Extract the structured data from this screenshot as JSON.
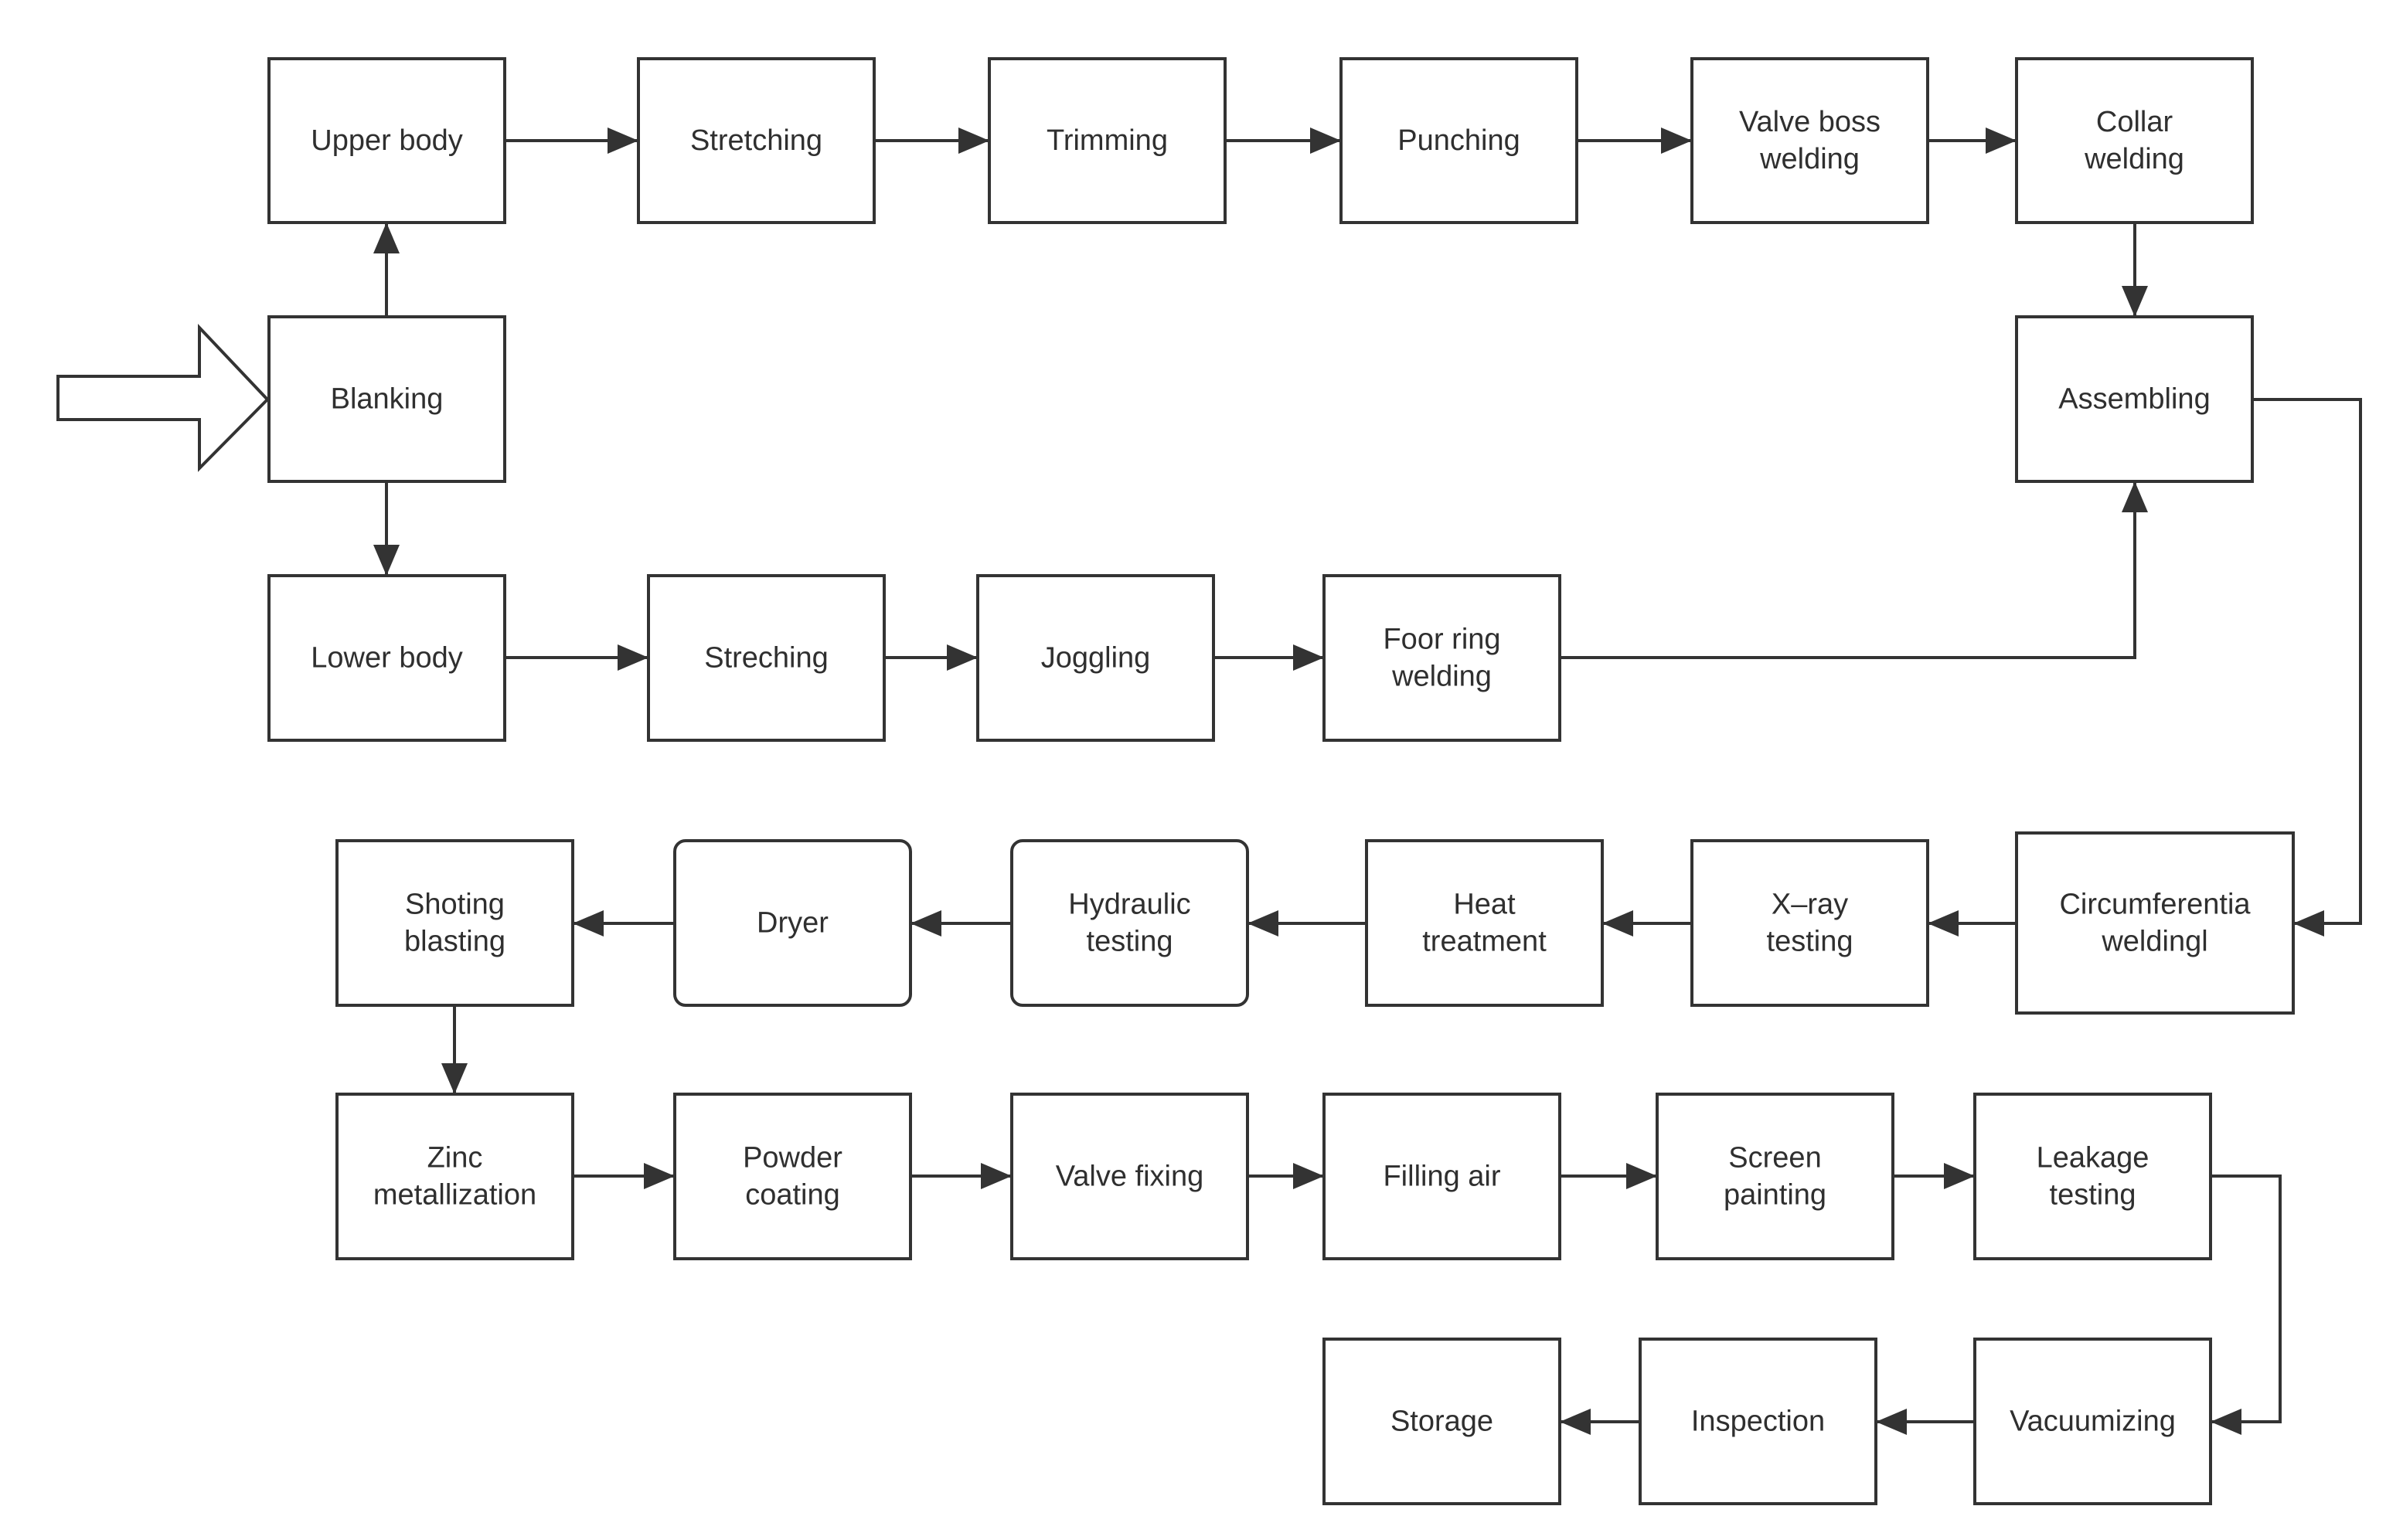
{
  "diagram": {
    "stroke_color": "#333333",
    "fill_color": "#ffffff",
    "text_color": "#2f2f2f",
    "steps": {
      "upper_body": [
        "Upper body"
      ],
      "stretching": [
        "Stretching"
      ],
      "trimming": [
        "Trimming"
      ],
      "punching": [
        "Punching"
      ],
      "valve_boss_welding": [
        "Valve boss",
        "welding"
      ],
      "collar_welding": [
        "Collar",
        "welding"
      ],
      "blanking": [
        "Blanking"
      ],
      "assembling": [
        "Assembling"
      ],
      "lower_body": [
        "Lower body"
      ],
      "streching": [
        "Streching"
      ],
      "joggling": [
        "Joggling"
      ],
      "foor_ring_welding": [
        "Foor ring",
        "welding"
      ],
      "shoting_blasting": [
        "Shoting",
        "blasting"
      ],
      "dryer": [
        "Dryer"
      ],
      "hydraulic_testing": [
        "Hydraulic",
        "testing"
      ],
      "heat_treatment": [
        "Heat",
        "treatment"
      ],
      "xray_testing": [
        "X–ray",
        "testing"
      ],
      "circumferential_welding": [
        "Circumferentia",
        "weldingl"
      ],
      "zinc_metallization": [
        "Zinc",
        "metallization"
      ],
      "powder_coating": [
        "Powder",
        "coating"
      ],
      "valve_fixing": [
        "Valve fixing"
      ],
      "filling_air": [
        "Filling air"
      ],
      "screen_painting": [
        "Screen",
        "painting"
      ],
      "leakage_testing": [
        "Leakage",
        "testing"
      ],
      "storage": [
        "Storage"
      ],
      "inspection": [
        "Inspection"
      ],
      "vacuumizing": [
        "Vacuumizing"
      ]
    }
  }
}
